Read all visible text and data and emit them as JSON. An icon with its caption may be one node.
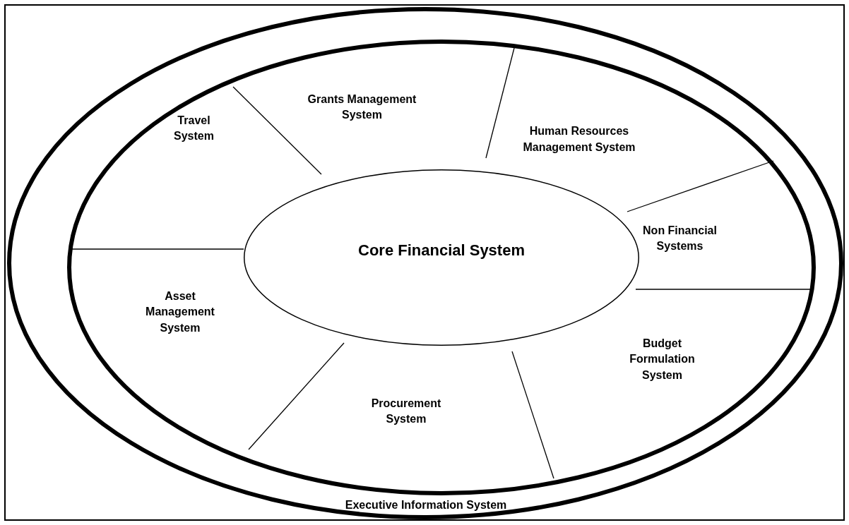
{
  "diagram": {
    "nodes": [
      {
        "text": [
          "Executive Information System"
        ]
      },
      {
        "text": [],
        "shape": "ellipse",
        "in": 0
      },
      {
        "text": [
          "Grants Management System"
        ],
        "in": 1
      },
      {
        "text": [
          "Human Resources Management System"
        ],
        "in": 1
      },
      {
        "text": [
          "Travel System"
        ],
        "in": 1
      },
      {
        "text": [
          "Core Financial System"
        ],
        "in": 1
      },
      {
        "text": [
          "Non Financial Systems"
        ],
        "in": 1
      },
      {
        "text": [
          "Asset Management System"
        ],
        "in": 1
      },
      {
        "text": [
          "Budget Formulation System"
        ],
        "in": 1
      },
      {
        "text": [
          "Procurement System"
        ],
        "in": 1
      }
    ]
  }
}
